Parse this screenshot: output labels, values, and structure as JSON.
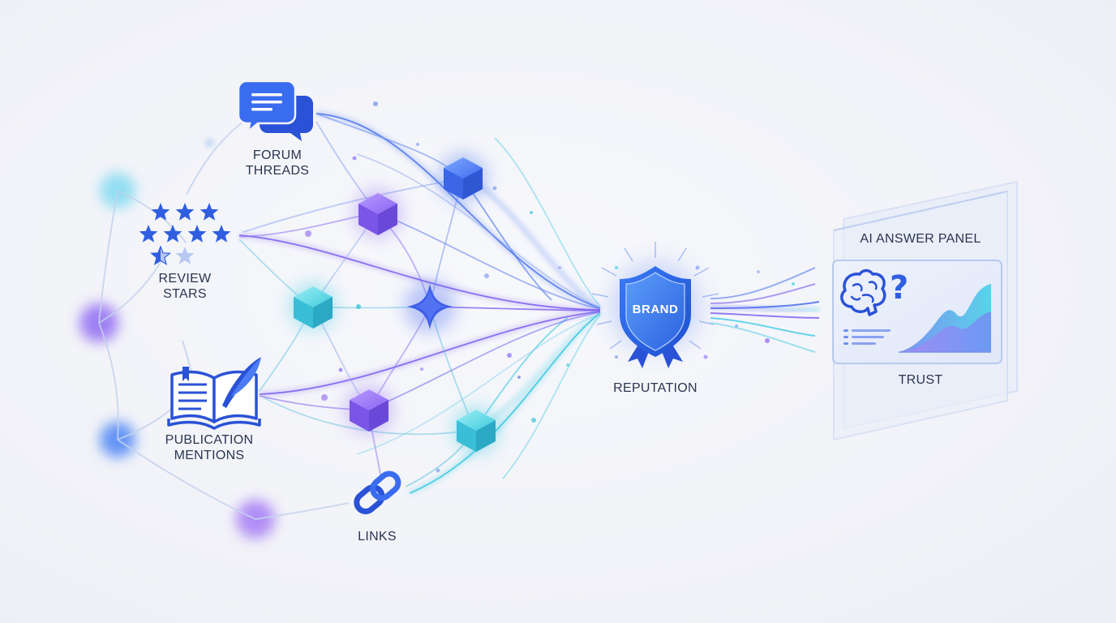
{
  "labels": {
    "forum_line1": "FORUM",
    "forum_line2": "THREADS",
    "review_line1": "REVIEW",
    "review_line2": "STARS",
    "publication_line1": "PUBLICATION",
    "publication_line2": "MENTIONS",
    "links": "LINKS",
    "reputation": "REPUTATION",
    "shield_text": "BRAND",
    "panel_title": "AI ANSWER PANEL",
    "trust": "TRUST",
    "question_mark": "?"
  },
  "icons": {
    "forum": "chat-bubbles-icon",
    "review": "star-rating-icon",
    "publication": "open-book-quill-icon",
    "links": "chain-link-icon",
    "reputation": "shield-badge-icon",
    "panel_brain": "brain-icon",
    "panel_chart": "area-chart-icon"
  },
  "review_stars": {
    "rows": [
      3,
      4,
      2
    ],
    "filled": 7.5,
    "total": 9
  },
  "colors": {
    "primary_blue": "#2f5ee0",
    "deep_blue": "#2a52d6",
    "purple": "#7b5cf0",
    "cyan": "#34c8e0",
    "label_text": "#2a3550",
    "background": "#f3f4f8"
  }
}
